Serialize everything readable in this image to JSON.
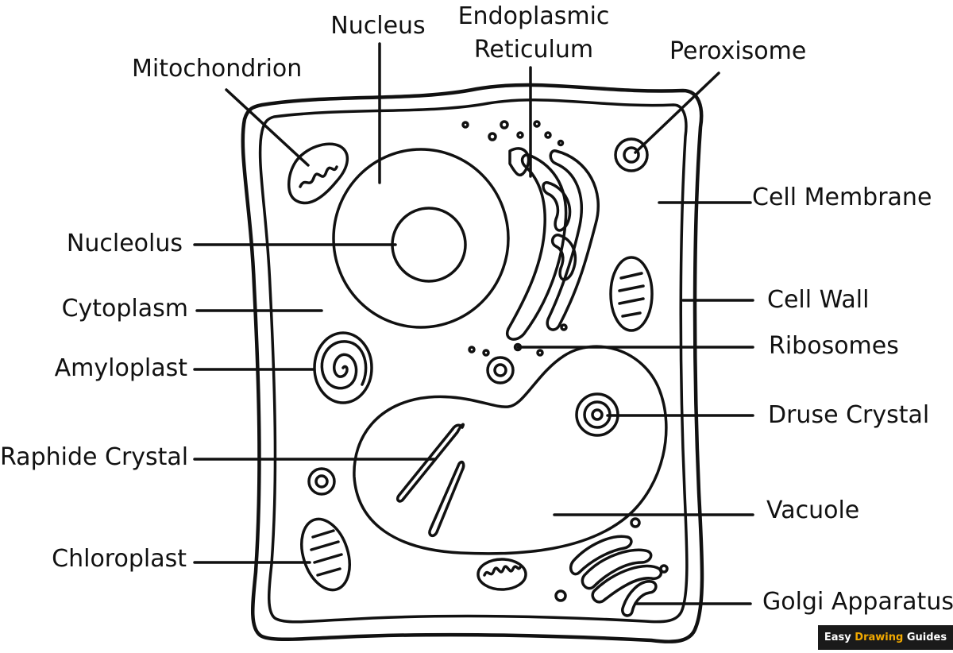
{
  "labels": {
    "nucleus": "Nucleus",
    "endoplasmic_reticulum": "Endoplasmic\nReticulum",
    "peroxisome": "Peroxisome",
    "mitochondrion": "Mitochondrion",
    "cell_membrane": "Cell Membrane",
    "nucleolus": "Nucleolus",
    "cytoplasm": "Cytoplasm",
    "cell_wall": "Cell Wall",
    "ribosomes": "Ribosomes",
    "amyloplast": "Amyloplast",
    "druse_crystal": "Druse Crystal",
    "raphide_crystal": "Raphide Crystal",
    "vacuole": "Vacuole",
    "chloroplast": "Chloroplast",
    "golgi_apparatus": "Golgi Apparatus"
  },
  "watermark": {
    "part1": "Easy ",
    "part2": "Drawing",
    "part3": " Guides"
  },
  "colors": {
    "ink": "#111111",
    "background": "#ffffff",
    "watermark_bg": "#1a1a1a",
    "watermark_accent": "#f2a900"
  }
}
